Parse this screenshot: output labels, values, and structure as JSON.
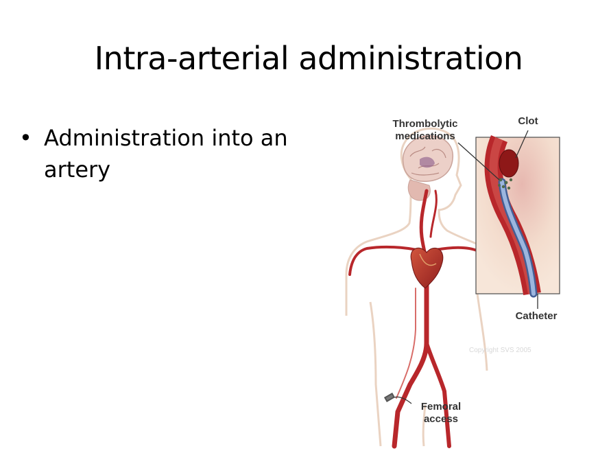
{
  "slide": {
    "title": "Intra-arterial administration",
    "bullets": [
      {
        "text": "Administration into an artery"
      }
    ]
  },
  "figure": {
    "labels": {
      "thrombolytic": "Thrombolytic medications",
      "clot": "Clot",
      "catheter": "Catheter",
      "femoral": "Femoral access"
    },
    "copyright": "Copyright SVS 2005",
    "colors": {
      "artery": "#b8272b",
      "artery_dark": "#8a1a1d",
      "catheter": "#6f8fc4",
      "skin_outline": "#e9cdb8",
      "brain": "#e8c7c0",
      "inset_bg": "#f3dccd"
    }
  }
}
